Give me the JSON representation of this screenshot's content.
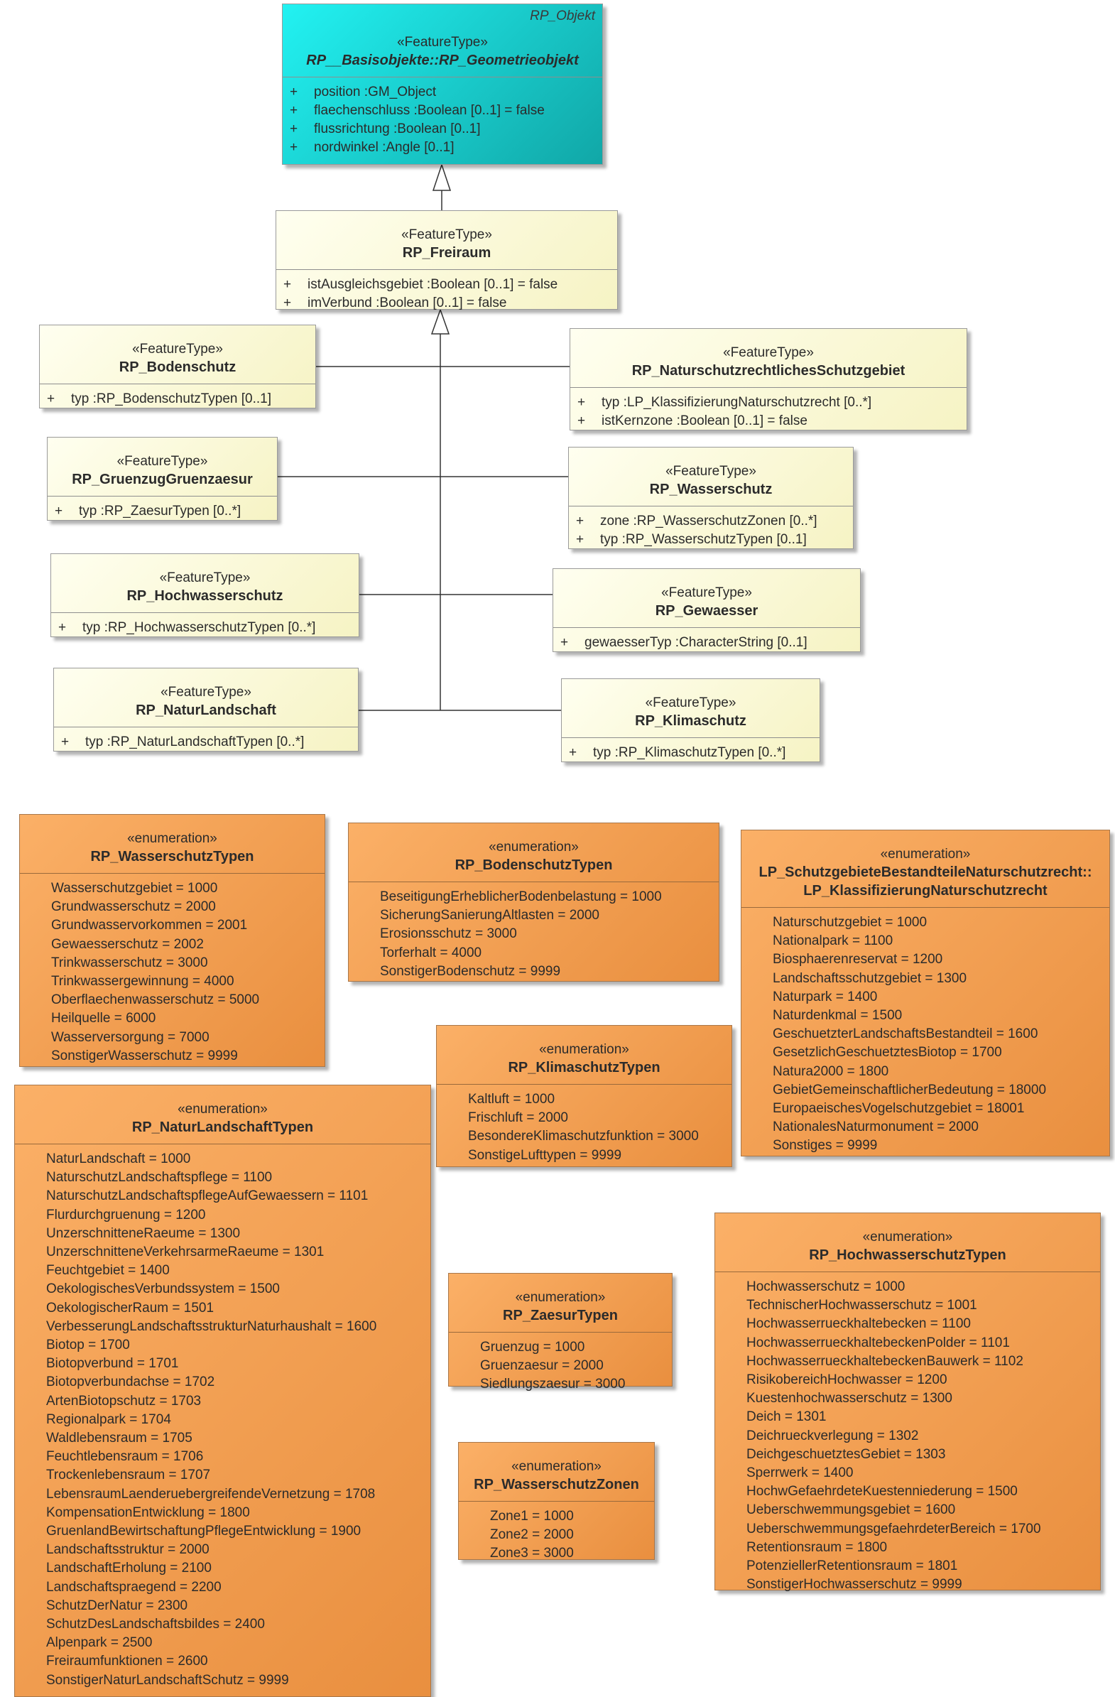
{
  "root": {
    "package": "RP_Objekt",
    "stereotype": "«FeatureType»",
    "name": "RP__Basisobjekte::RP_Geometrieobjekt",
    "attrs": [
      {
        "vis": "+",
        "text": "position  :GM_Object"
      },
      {
        "vis": "+",
        "text": "flaechenschluss  :Boolean [0..1] = false"
      },
      {
        "vis": "+",
        "text": "flussrichtung  :Boolean [0..1]"
      },
      {
        "vis": "+",
        "text": "nordwinkel  :Angle [0..1]"
      }
    ]
  },
  "freiraum": {
    "stereotype": "«FeatureType»",
    "name": "RP_Freiraum",
    "attrs": [
      {
        "vis": "+",
        "text": "istAusgleichsgebiet  :Boolean [0..1] = false"
      },
      {
        "vis": "+",
        "text": "imVerbund  :Boolean [0..1] = false"
      }
    ]
  },
  "feature_types": [
    {
      "stereotype": "«FeatureType»",
      "name": "RP_Bodenschutz",
      "attrs": [
        {
          "vis": "+",
          "text": "typ  :RP_BodenschutzTypen [0..1]"
        }
      ]
    },
    {
      "stereotype": "«FeatureType»",
      "name": "RP_NaturschutzrechtlichesSchutzgebiet",
      "attrs": [
        {
          "vis": "+",
          "text": "typ  :LP_KlassifizierungNaturschutzrecht [0..*]"
        },
        {
          "vis": "+",
          "text": "istKernzone  :Boolean [0..1] = false"
        }
      ]
    },
    {
      "stereotype": "«FeatureType»",
      "name": "RP_GruenzugGruenzaesur",
      "attrs": [
        {
          "vis": "+",
          "text": "typ  :RP_ZaesurTypen [0..*]"
        }
      ]
    },
    {
      "stereotype": "«FeatureType»",
      "name": "RP_Wasserschutz",
      "attrs": [
        {
          "vis": "+",
          "text": "zone  :RP_WasserschutzZonen [0..*]"
        },
        {
          "vis": "+",
          "text": "typ  :RP_WasserschutzTypen [0..1]"
        }
      ]
    },
    {
      "stereotype": "«FeatureType»",
      "name": "RP_Hochwasserschutz",
      "attrs": [
        {
          "vis": "+",
          "text": "typ  :RP_HochwasserschutzTypen [0..*]"
        }
      ]
    },
    {
      "stereotype": "«FeatureType»",
      "name": "RP_Gewaesser",
      "attrs": [
        {
          "vis": "+",
          "text": "gewaesserTyp  :CharacterString [0..1]"
        }
      ]
    },
    {
      "stereotype": "«FeatureType»",
      "name": "RP_NaturLandschaft",
      "attrs": [
        {
          "vis": "+",
          "text": "typ  :RP_NaturLandschaftTypen [0..*]"
        }
      ]
    },
    {
      "stereotype": "«FeatureType»",
      "name": "RP_Klimaschutz",
      "attrs": [
        {
          "vis": "+",
          "text": "typ  :RP_KlimaschutzTypen [0..*]"
        }
      ]
    }
  ],
  "enumerations": [
    {
      "stereotype": "«enumeration»",
      "name": [
        "RP_WasserschutzTypen"
      ],
      "literals": [
        "Wasserschutzgebiet = 1000",
        "Grundwasserschutz = 2000",
        "Grundwasservorkommen = 2001",
        "Gewaesserschutz = 2002",
        "Trinkwasserschutz = 3000",
        "Trinkwassergewinnung = 4000",
        "Oberflaechenwasserschutz = 5000",
        "Heilquelle = 6000",
        "Wasserversorgung = 7000",
        "SonstigerWasserschutz = 9999"
      ]
    },
    {
      "stereotype": "«enumeration»",
      "name": [
        "RP_BodenschutzTypen"
      ],
      "literals": [
        "BeseitigungErheblicherBodenbelastung = 1000",
        "SicherungSanierungAltlasten = 2000",
        "Erosionsschutz = 3000",
        "Torferhalt = 4000",
        "SonstigerBodenschutz = 9999"
      ]
    },
    {
      "stereotype": "«enumeration»",
      "name": [
        "LP_SchutzgebieteBestandteileNaturschutzrecht::",
        "LP_KlassifizierungNaturschutzrecht"
      ],
      "literals": [
        "Naturschutzgebiet = 1000",
        "Nationalpark = 1100",
        "Biosphaerenreservat = 1200",
        "Landschaftsschutzgebiet = 1300",
        "Naturpark = 1400",
        "Naturdenkmal = 1500",
        "GeschuetzterLandschaftsBestandteil = 1600",
        "GesetzlichGeschuetztesBiotop = 1700",
        "Natura2000 = 1800",
        "GebietGemeinschaftlicherBedeutung = 18000",
        "EuropaeischesVogelschutzgebiet = 18001",
        "NationalesNaturmonument = 2000",
        "Sonstiges = 9999"
      ]
    },
    {
      "stereotype": "«enumeration»",
      "name": [
        "RP_KlimaschutzTypen"
      ],
      "literals": [
        "Kaltluft = 1000",
        "Frischluft = 2000",
        "BesondereKlimaschutzfunktion = 3000",
        "SonstigeLufttypen = 9999"
      ]
    },
    {
      "stereotype": "«enumeration»",
      "name": [
        "RP_NaturLandschaftTypen"
      ],
      "literals": [
        "NaturLandschaft = 1000",
        "NaturschutzLandschaftspflege = 1100",
        "NaturschutzLandschaftspflegeAufGewaessern = 1101",
        "Flurdurchgruenung = 1200",
        "UnzerschnitteneRaeume = 1300",
        "UnzerschnitteneVerkehrsarmeRaeume = 1301",
        "Feuchtgebiet = 1400",
        "OekologischesVerbundssystem = 1500",
        "OekologischerRaum = 1501",
        "VerbesserungLandschaftsstrukturNaturhaushalt = 1600",
        "Biotop = 1700",
        "Biotopverbund = 1701",
        "Biotopverbundachse = 1702",
        "ArtenBiotopschutz = 1703",
        "Regionalpark = 1704",
        "Waldlebensraum = 1705",
        "Feuchtlebensraum = 1706",
        "Trockenlebensraum = 1707",
        "LebensraumLaenderuebergreifendeVernetzung  = 1708",
        "KompensationEntwicklung = 1800",
        "GruenlandBewirtschaftungPflegeEntwicklung = 1900",
        "Landschaftsstruktur = 2000",
        "LandschaftErholung = 2100",
        "Landschaftspraegend = 2200",
        "SchutzDerNatur = 2300",
        "SchutzDesLandschaftsbildes = 2400",
        "Alpenpark = 2500",
        "Freiraumfunktionen = 2600",
        "SonstigerNaturLandschaftSchutz = 9999"
      ]
    },
    {
      "stereotype": "«enumeration»",
      "name": [
        "RP_ZaesurTypen"
      ],
      "literals": [
        "Gruenzug = 1000",
        "Gruenzaesur = 2000",
        "Siedlungszaesur = 3000"
      ]
    },
    {
      "stereotype": "«enumeration»",
      "name": [
        "RP_HochwasserschutzTypen"
      ],
      "literals": [
        "Hochwasserschutz = 1000",
        "TechnischerHochwasserschutz = 1001",
        "Hochwasserrueckhaltebecken = 1100",
        "HochwasserrueckhaltebeckenPolder = 1101",
        "HochwasserrueckhaltebeckenBauwerk = 1102",
        "RisikobereichHochwasser = 1200",
        "Kuestenhochwasserschutz = 1300",
        "Deich = 1301",
        "Deichrueckverlegung = 1302",
        "DeichgeschuetztesGebiet = 1303",
        "Sperrwerk = 1400",
        "HochwGefaehrdeteKuestenniederung = 1500",
        "Ueberschwemmungsgebiet = 1600",
        "UeberschwemmungsgefaehrdeterBereich = 1700",
        "Retentionsraum = 1800",
        "PotenziellerRetentionsraum = 1801",
        "SonstigerHochwasserschutz = 9999"
      ]
    },
    {
      "stereotype": "«enumeration»",
      "name": [
        "RP_WasserschutzZonen"
      ],
      "literals": [
        "Zone1 = 1000",
        "Zone2 = 2000",
        "Zone3 = 3000"
      ]
    }
  ],
  "colors": {
    "root_fill": "#1ad0d0",
    "feature_type_fill": "#f8f6cc",
    "enumeration_fill": "#f4a050",
    "line": "#333333"
  }
}
